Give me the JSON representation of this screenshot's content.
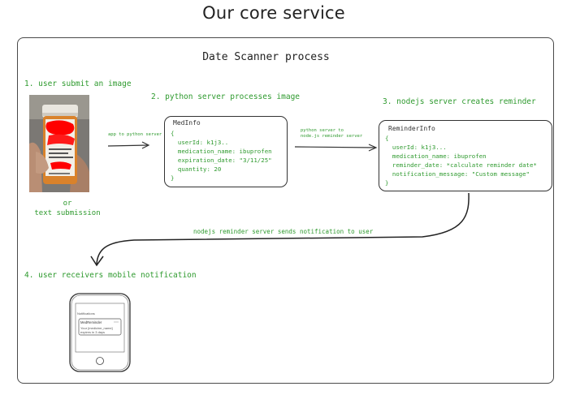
{
  "page_title": "Our core service",
  "process_title": "Date Scanner process",
  "steps": {
    "step1": "1. user submit an image",
    "step2": "2. python server processes image",
    "step3": "3. nodejs server creates reminder",
    "step4": "4. user receivers mobile notification"
  },
  "alt_input": {
    "line1": "or",
    "line2": "text submission"
  },
  "connectors": {
    "app_to_python": "app to python server",
    "python_to_node_line1": "python server to",
    "python_to_node_line2": "node.js reminder server",
    "node_to_user": "nodejs reminder server sends notification to user"
  },
  "medinfo": {
    "title": "MedInfo",
    "lines": [
      "{",
      "  userId: k1j3..",
      "  medication_name: ibuprofen",
      "  expiration_date: \"3/11/25\"",
      "  quantity: 20",
      "}"
    ]
  },
  "reminderinfo": {
    "title": "ReminderInfo",
    "lines": [
      "{",
      "  userId: k1j3...",
      "  medication_name: ibuprofen",
      "  reminder_date: *calculate reminder date*",
      "  notification_message: \"Custom message\"",
      "}"
    ]
  },
  "phone": {
    "header": "Notifications",
    "notif_title": "MedReminder",
    "notif_body_line1": "Your [medicine_name]",
    "notif_body_line2": "expires in 3 days"
  },
  "colors": {
    "annotation_green": "#2e9a2e",
    "redaction_red": "#ff0000",
    "bottle_orange": "#d9822b"
  }
}
